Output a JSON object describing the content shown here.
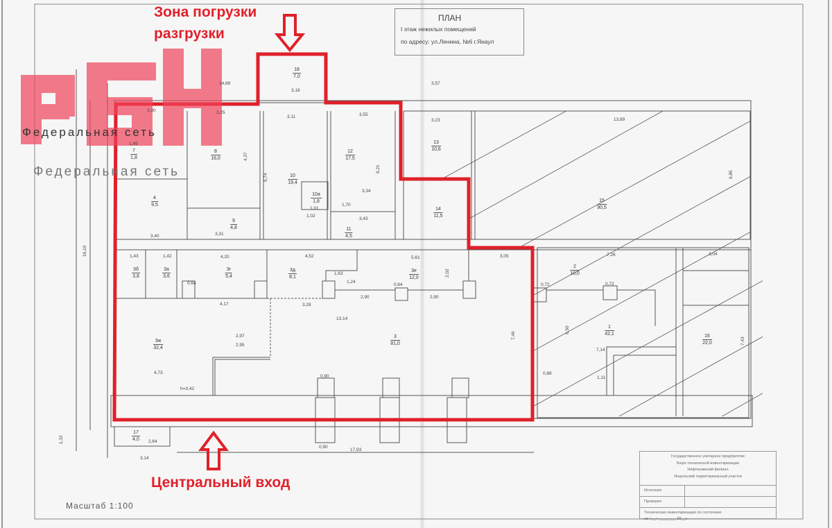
{
  "annotations": {
    "loading_zone_line1": "Зона погрузки",
    "loading_zone_line2": "разгрузки",
    "main_entrance": "Центральный вход",
    "scale": "Масштаб 1:100"
  },
  "title_block": {
    "title": "ПЛАН",
    "line1": "I этаж нежилых помещений",
    "line2": "по адресу: ул.Ленина, №6  г.Янаул"
  },
  "watermark": {
    "logo": "РБН",
    "subtitle_1": "Федеральная  сеть",
    "subtitle_2": "Федеральная  сеть"
  },
  "stamp": {
    "org_1": "Государственное унитарное предприятие",
    "org_2": "Бюро технической инвентаризации",
    "org_3": "Нефтекамский филиал",
    "org_4": "Янаульский территориальный участок",
    "executed": "Исполнил",
    "checked": "Проверил",
    "footer_1": "Техническая инвентаризация по состоянию",
    "footer_2": "на «__» ________ 20__г."
  },
  "rooms": [
    {
      "number": "18",
      "area": "7,0"
    },
    {
      "number": "7",
      "area": "1,8"
    },
    {
      "number": "8",
      "area": "16,0"
    },
    {
      "number": "4",
      "area": "9,5"
    },
    {
      "number": "9",
      "area": "4,8"
    },
    {
      "number": "10",
      "area": "19,4"
    },
    {
      "number": "10а",
      "area": "1,8"
    },
    {
      "number": "12",
      "area": "17,5"
    },
    {
      "number": "11",
      "area": "4,5"
    },
    {
      "number": "13",
      "area": "10,6"
    },
    {
      "number": "14",
      "area": "11,5"
    },
    {
      "number": "15",
      "area": "90,5"
    },
    {
      "number": "3б",
      "area": "3,8"
    },
    {
      "number": "3а",
      "area": "3,6"
    },
    {
      "number": "3г",
      "area": "5,4"
    },
    {
      "number": "3д",
      "area": "8,1"
    },
    {
      "number": "3е",
      "area": "12,0"
    },
    {
      "number": "3ж",
      "area": "32,4"
    },
    {
      "number": "3",
      "area": "81,0"
    },
    {
      "number": "2",
      "area": "10,0"
    },
    {
      "number": "1",
      "area": "42,1"
    },
    {
      "number": "16",
      "area": "22,0"
    },
    {
      "number": "17",
      "area": "4,0"
    }
  ],
  "dimensions": [
    "3,18",
    "3,11",
    "3,55",
    "3,57",
    "13,89",
    "14,89",
    "3,30",
    "3,25",
    "3,40",
    "3,31",
    "4,20",
    "4,52",
    "5,61",
    "3,05",
    "7,26",
    "3,04",
    "4,17",
    "3,28",
    "13,14",
    "2,97",
    "2,95",
    "4,73",
    "h=3,42",
    "2,90",
    "2,90",
    "7,46",
    "7,14",
    "0,90",
    "0,90",
    "17,93",
    "3,14",
    "2,64",
    "1,43",
    "1,42",
    "1,49",
    "3,23",
    "3,34",
    "3,43",
    "1,70",
    "1,01",
    "1,02",
    "1,63",
    "1,24",
    "0,64",
    "0,64",
    "2,02",
    "6,50",
    "16,10",
    "4,37",
    "6,74",
    "9,21",
    "6,85",
    "7,43",
    "1,32",
    "0,88",
    "0,72",
    "0,72",
    "1,11"
  ]
}
